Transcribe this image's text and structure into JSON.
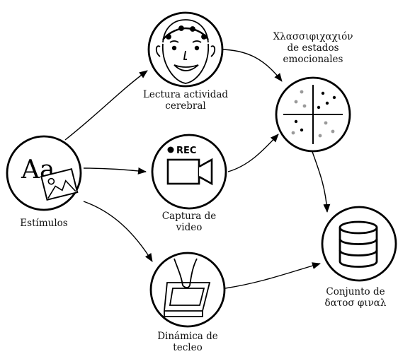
{
  "nodes": {
    "stimuli": {
      "label": "Estímulos"
    },
    "eeg": {
      "label_lines": [
        "Lectura actividad",
        "cerebral"
      ]
    },
    "video": {
      "rec_text": "REC",
      "label_lines": [
        "Captura de",
        "video"
      ]
    },
    "typing": {
      "label_lines": [
        "Dinámica de",
        "tecleo"
      ]
    },
    "classification": {
      "label_lines": [
        "Χλασσιφιχαχιόν",
        "de estados",
        "emocionales"
      ]
    },
    "dataset": {
      "label_lines": [
        "Conjunto de",
        "δατοσ φιναλ"
      ]
    },
    "stimuli_glyph": "Aa"
  },
  "icons": [
    "brain-sensor-head-icon",
    "video-camera-icon",
    "typing-key-icon",
    "scatter-quadrant-icon",
    "database-icon",
    "image-icon"
  ],
  "colors": {
    "stroke": "#000000",
    "scatter_gray": "#9a9a9a",
    "background": "#ffffff"
  },
  "connections": [
    {
      "from": "stimuli",
      "to": "eeg"
    },
    {
      "from": "stimuli",
      "to": "video"
    },
    {
      "from": "stimuli",
      "to": "typing"
    },
    {
      "from": "eeg",
      "to": "classification"
    },
    {
      "from": "video",
      "to": "classification"
    },
    {
      "from": "classification",
      "to": "dataset"
    },
    {
      "from": "typing",
      "to": "dataset"
    }
  ]
}
